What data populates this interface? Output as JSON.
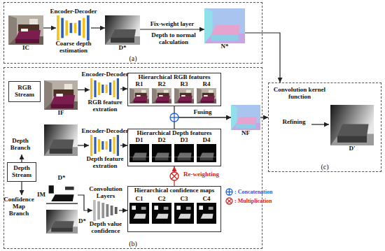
{
  "diagram": {
    "nodes": [
      {
        "text": [
          "(a)"
        ]
      },
      {
        "text": [
          "IC"
        ],
        "in": 0
      },
      {
        "text": [
          "Encoder-Decoder",
          "Coarse depth estimation"
        ],
        "in": 0
      },
      {
        "text": [
          "D*"
        ],
        "in": 0
      },
      {
        "text": [
          "N*"
        ],
        "in": 0
      },
      {
        "text": [
          "(b)"
        ]
      },
      {
        "text": [
          "RGB Stream"
        ],
        "in": 5
      },
      {
        "text": [
          "IF"
        ],
        "in": 5
      },
      {
        "text": [
          "Encoder-Decoder",
          "RGB feature extration"
        ],
        "in": 5
      },
      {
        "text": [
          "Hierarchical RGB features"
        ],
        "in": 5
      },
      {
        "text": [
          "R1"
        ],
        "in": 9
      },
      {
        "text": [
          "R2"
        ],
        "in": 9
      },
      {
        "text": [
          "R3"
        ],
        "in": 9
      },
      {
        "text": [
          "R4"
        ],
        "in": 9
      },
      {
        "text": [
          "NF"
        ],
        "in": 5
      },
      {
        "text": [
          "Encoder-Decoder",
          "Depth feature extration"
        ],
        "in": 5
      },
      {
        "text": [
          "Hierarchical Depth features"
        ],
        "in": 5
      },
      {
        "text": [
          "D1"
        ],
        "in": 16
      },
      {
        "text": [
          "D2"
        ],
        "in": 16
      },
      {
        "text": [
          "D3"
        ],
        "in": 16
      },
      {
        "text": [
          "D4"
        ],
        "in": 16
      },
      {
        "text": [
          "Hierarchical confidence maps"
        ],
        "in": 5
      },
      {
        "text": [
          "C1"
        ],
        "in": 21
      },
      {
        "text": [
          "C2"
        ],
        "in": 21
      },
      {
        "text": [
          "C3"
        ],
        "in": 21
      },
      {
        "text": [
          "C4"
        ],
        "in": 21
      },
      {
        "text": [
          "Depth Stream"
        ],
        "in": 5
      },
      {
        "text": [
          "IM"
        ],
        "in": 5
      },
      {
        "text": [
          "D*"
        ],
        "in": 5
      },
      {
        "text": [
          "Convolution Layers",
          "Depth value confidence"
        ],
        "in": 5
      },
      {
        "text": [
          "(c)"
        ]
      },
      {
        "text": [
          "D'"
        ],
        "in": 30
      }
    ],
    "edges": [
      {
        "from": 1,
        "to": 2,
        "arrow": "to"
      },
      {
        "from": 2,
        "to": 3,
        "arrow": "to"
      },
      {
        "from": 3,
        "to": 4,
        "label": "Fix-weight layer",
        "arrow": "to"
      },
      {
        "from": 4,
        "to": 30,
        "arrow": "to"
      },
      {
        "from": 7,
        "to": 8,
        "arrow": "to"
      },
      {
        "from": 8,
        "to": 9,
        "arrow": "to"
      },
      {
        "from": 9,
        "to": 14,
        "label": "Fusing",
        "arrow": "to"
      },
      {
        "from": 15,
        "to": 16,
        "arrow": "to"
      },
      {
        "from": 16,
        "to": 14,
        "arrow": "to"
      },
      {
        "from": 21,
        "to": 16,
        "arrow": "to"
      },
      {
        "from": 27,
        "to": 29,
        "arrow": "to"
      },
      {
        "from": 29,
        "to": 21,
        "arrow": "to"
      },
      {
        "from": 14,
        "to": 30,
        "arrow": "to"
      }
    ],
    "labels": [
      "Depth to normal calculation",
      "Convolution kernel function",
      "Refining",
      "Re-weighting",
      "Depth Branch",
      "Confidence Map Branch",
      "D*"
    ],
    "legend": [
      {
        "text": ": Concatenation"
      },
      {
        "text": ": Multiplication"
      }
    ]
  }
}
